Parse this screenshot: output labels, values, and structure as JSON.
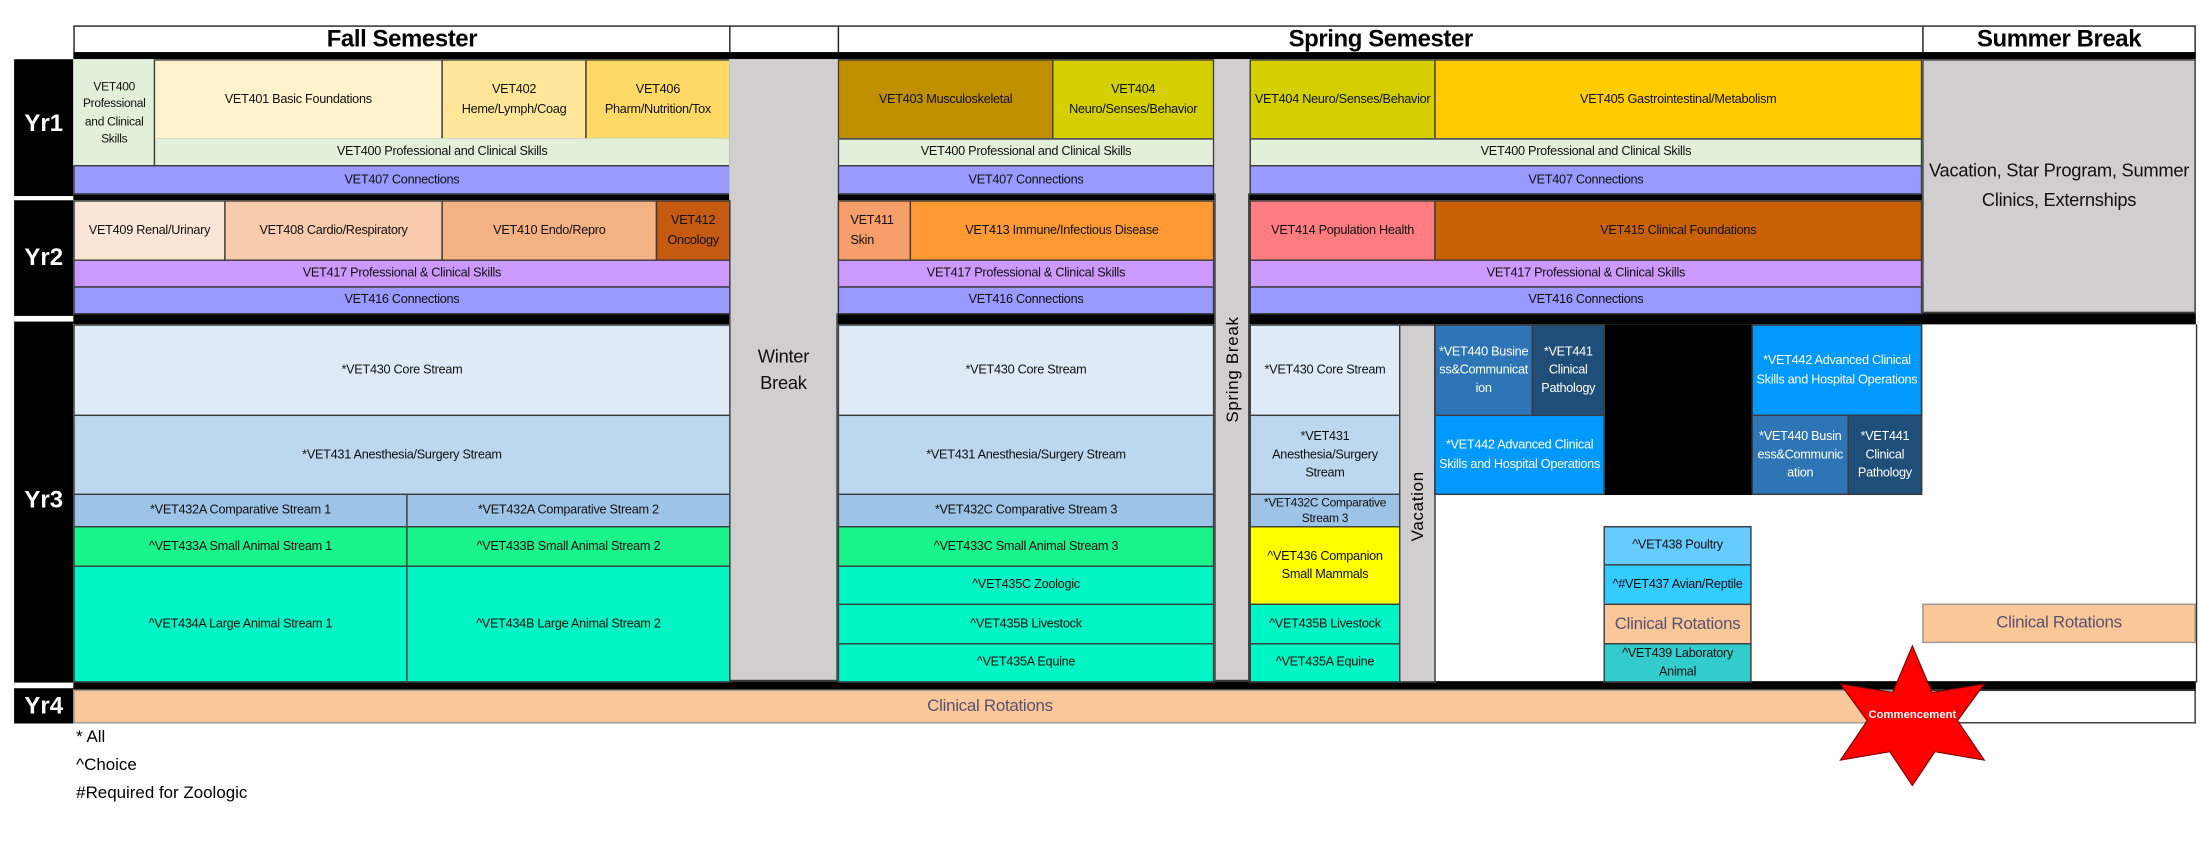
{
  "headers": {
    "fall": "Fall Semester",
    "spring": "Spring Semester",
    "summer": "Summer Break"
  },
  "years": {
    "yr1": "Yr1",
    "yr2": "Yr2",
    "yr3": "Yr3",
    "yr4": "Yr4"
  },
  "breaks": {
    "winter": "Winter Break",
    "spring": "Spring Break",
    "vacation": "Vacation",
    "summer": "Vacation, Star Program, Summer Clinics, Externships"
  },
  "yr1": {
    "vet400_small": "VET400 Professional and Clinical Skills",
    "vet401": "VET401 Basic Foundations",
    "vet402": "VET402 Heme/Lymph/Coag",
    "vet406": "VET406 Pharm/Nutrition/Tox",
    "vet403": "VET403 Musculoskeletal",
    "vet404": "VET404 Neuro/Senses/Behavior",
    "vet405": "VET405 Gastrointestinal/Metabolism",
    "vet400": "VET400 Professional and Clinical Skills",
    "vet407": "VET407 Connections"
  },
  "yr2": {
    "vet409": "VET409 Renal/Urinary",
    "vet408": "VET408 Cardio/Respiratory",
    "vet410": "VET410 Endo/Repro",
    "vet412": "VET412 Oncology",
    "vet411": "VET411 Skin",
    "vet413": "VET413 Immune/Infectious Disease",
    "vet414": "VET414 Population Health",
    "vet415": "VET415 Clinical Foundations",
    "vet417": "VET417 Professional & Clinical Skills",
    "vet416": "VET416 Connections"
  },
  "yr3": {
    "vet430": "*VET430 Core Stream",
    "vet431": "*VET431 Anesthesia/Surgery Stream",
    "vet432a1": "*VET432A Comparative Stream 1",
    "vet432a2": "*VET432A Comparative Stream 2",
    "vet432c": "*VET432C Comparative Stream 3",
    "vet433a": "^VET433A Small Animal Stream 1",
    "vet433b": "^VET433B Small Animal Stream 2",
    "vet433c": "^VET433C Small Animal Stream 3",
    "vet434a": "^VET434A Large Animal Stream 1",
    "vet434b": "^VET434B Large Animal Stream 2",
    "vet435c": "^VET435C Zoologic",
    "vet435b": "^VET435B Livestock",
    "vet435a": "^VET435A Equine",
    "vet436": "^VET436 Companion Small Mammals",
    "vet440": "*VET440 Business&Communication",
    "vet441": "*VET441 Clinical Pathology",
    "vet442": "*VET442 Advanced Clinical Skills and Hospital Operations",
    "vet438": "^VET438 Poultry",
    "vet437": "^#VET437 Avian/Reptile",
    "clinical": "Clinical Rotations",
    "vet439": "^VET439 Laboratory Animal"
  },
  "yr4": {
    "clinical": "Clinical Rotations",
    "commencement": "Commencement"
  },
  "footnotes": [
    "* All",
    "^Choice",
    "#Required for Zoologic"
  ]
}
